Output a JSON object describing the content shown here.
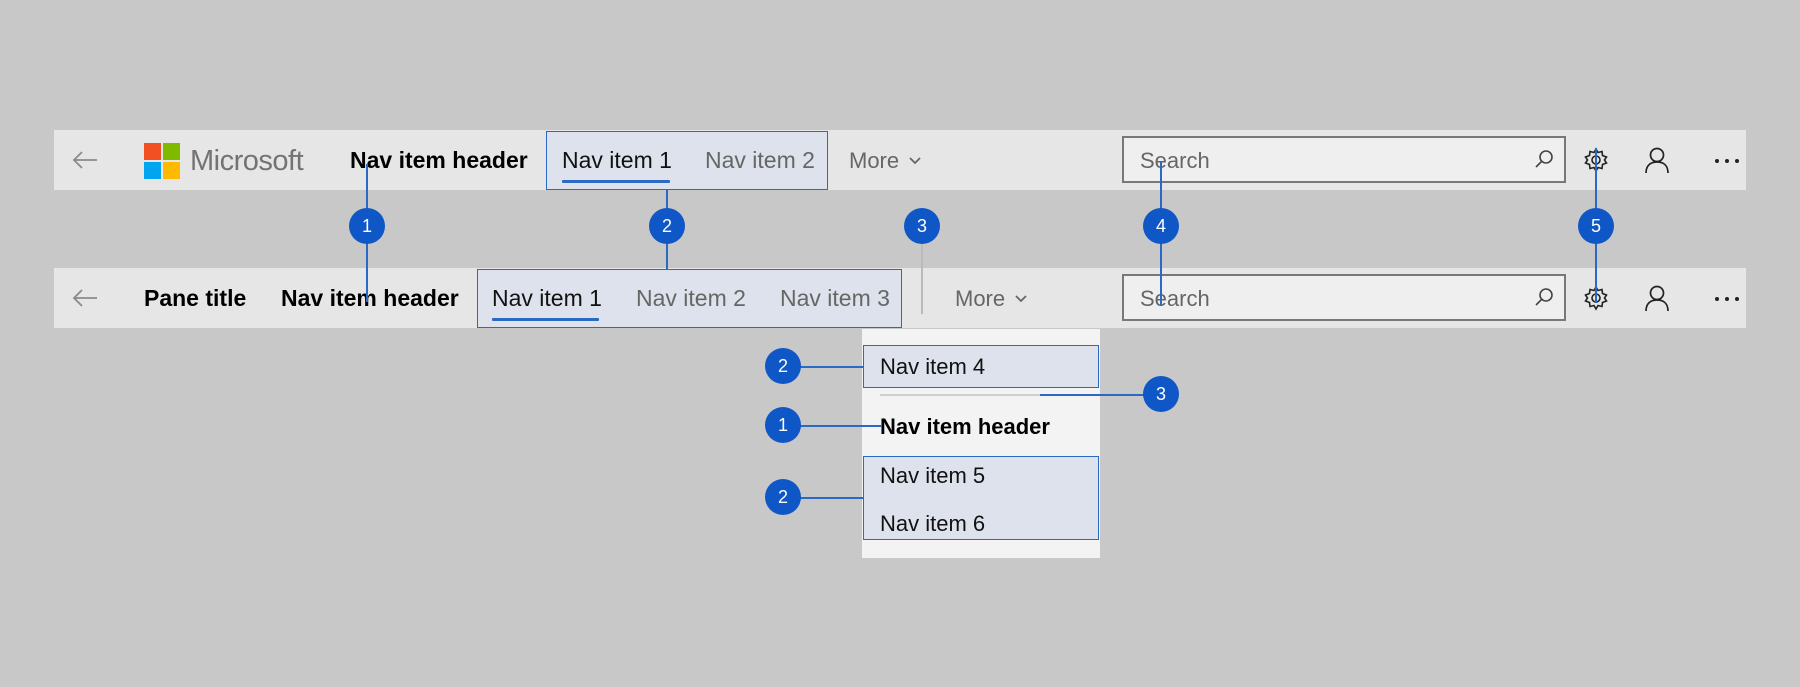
{
  "colors": {
    "background": "#c8c8c8",
    "bar": "#e6e6e6",
    "accent": "#2b69c4",
    "badge": "#0f56c7",
    "logo_red": "#f25022",
    "logo_green": "#7fba00",
    "logo_blue": "#00a4ef",
    "logo_yellow": "#ffb900"
  },
  "bar1": {
    "back_icon": "back-arrow-icon",
    "logo_text": "Microsoft",
    "header": "Nav item header",
    "items": [
      "Nav item 1",
      "Nav item 2"
    ],
    "selected_item": "Nav item 1",
    "more_label": "More",
    "search_placeholder": "Search",
    "icons": [
      "gear-icon",
      "person-icon",
      "ellipsis-icon"
    ]
  },
  "bar2": {
    "back_icon": "back-arrow-icon",
    "pane_title": "Pane title",
    "header": "Nav item header",
    "items": [
      "Nav item 1",
      "Nav item 2",
      "Nav item 3"
    ],
    "selected_item": "Nav item 1",
    "more_label": "More",
    "search_placeholder": "Search",
    "icons": [
      "gear-icon",
      "person-icon",
      "ellipsis-icon"
    ]
  },
  "dropdown": {
    "item_top": "Nav item 4",
    "header": "Nav item header",
    "items": [
      "Nav item 5",
      "Nav item 6"
    ]
  },
  "callouts": {
    "top": [
      "1",
      "2",
      "3",
      "4",
      "5"
    ],
    "dropdown": [
      "2",
      "3",
      "1",
      "2"
    ]
  }
}
